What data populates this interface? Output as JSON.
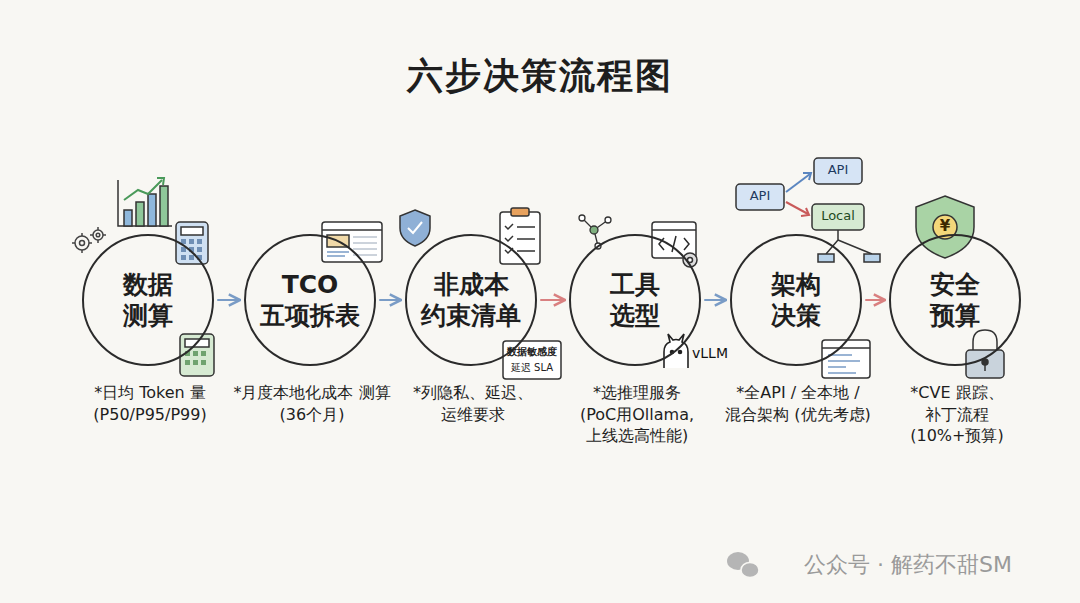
{
  "diagram": {
    "title": "六步决策流程图",
    "nodes": [
      {
        "text": [
          "数据 测算",
          "*日均 Token 量 (P50/P95/P99)"
        ]
      },
      {
        "text": [
          "TCO 五项拆表",
          "*月度本地化成本 测算 (36个月)"
        ]
      },
      {
        "text": [
          "非成本 约束清单",
          "*列隐私、延迟、 运维要求"
        ]
      },
      {
        "text": [
          "工具 选型",
          "*选推理服务 (PoC用Ollama, 上线选高性能)"
        ]
      },
      {
        "text": [
          "架构 决策",
          "*全API / 全本地 /混合架构 (优先考虑)"
        ]
      },
      {
        "text": [
          "安全 预算",
          "*CVE 跟踪、 补丁流程 (10%+预算)"
        ]
      }
    ],
    "edges": [
      {
        "from": 0,
        "to": 1,
        "arrow": "to"
      },
      {
        "from": 1,
        "to": 2,
        "arrow": "to"
      },
      {
        "from": 2,
        "to": 3,
        "arrow": "to"
      },
      {
        "from": 3,
        "to": 4,
        "arrow": "to"
      },
      {
        "from": 4,
        "to": 5,
        "arrow": "to"
      }
    ],
    "labels": [
      "数据敏感度",
      "延迟 SLA",
      "vLLM",
      "API",
      "API",
      "Local",
      "¥",
      "公众号 · 解药不甜SM"
    ]
  }
}
